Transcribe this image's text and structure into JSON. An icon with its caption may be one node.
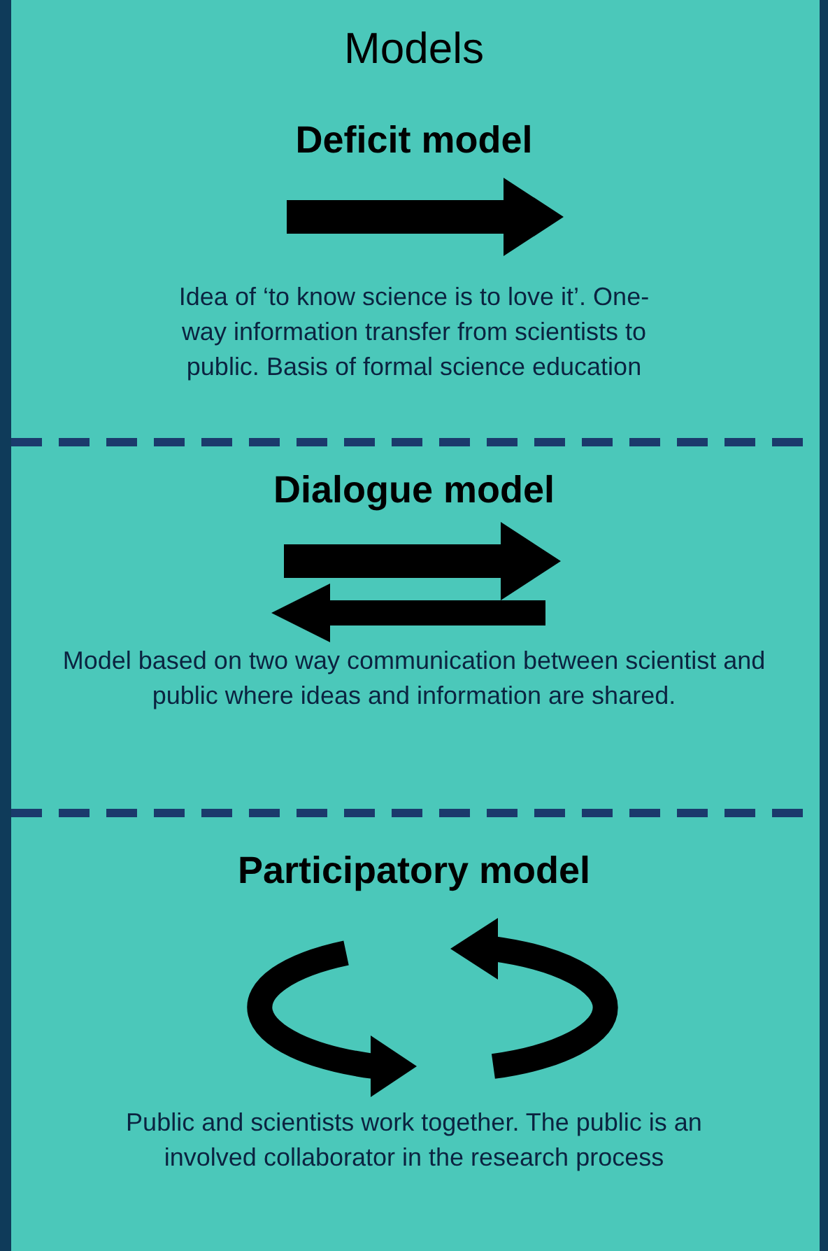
{
  "diagram": {
    "title": "Models",
    "labels": [
      "Deficit model",
      "Idea of ‘to know science is to love it’. One-way information transfer from scientists to public. Basis of formal science education",
      "Dialogue model",
      "Model based on two way communication between scientist and public where ideas and information are shared.",
      "Participatory model",
      "Public and scientists work together. The public is an involved collaborator in the research process"
    ]
  }
}
